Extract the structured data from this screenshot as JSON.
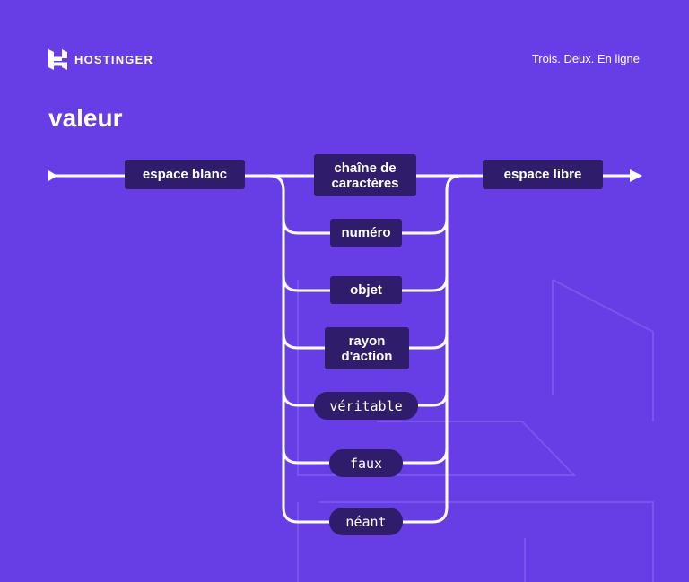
{
  "header": {
    "brand_name": "HOSTINGER",
    "tagline": "Trois. Deux. En ligne"
  },
  "diagram": {
    "title": "valeur",
    "entry": "espace blanc",
    "exit": "espace libre",
    "options": [
      {
        "label": "chaîne de caractères",
        "line1": "chaîne de",
        "line2": "caractères",
        "kind": "rule"
      },
      {
        "label": "numéro",
        "kind": "rule"
      },
      {
        "label": "objet",
        "kind": "rule"
      },
      {
        "label": "rayon d'action",
        "line1": "rayon",
        "line2": "d'action",
        "kind": "rule"
      },
      {
        "label": "véritable",
        "kind": "literal"
      },
      {
        "label": "faux",
        "kind": "literal"
      },
      {
        "label": "néant",
        "kind": "literal"
      }
    ]
  },
  "colors": {
    "background": "#673de6",
    "node": "#2f1c6a",
    "line": "#ffffff",
    "watermark": "#7a55ea"
  }
}
